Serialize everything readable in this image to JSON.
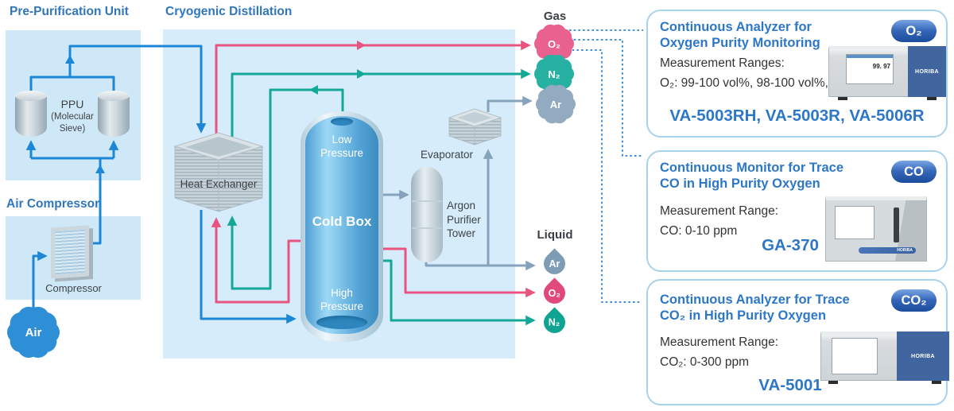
{
  "colors": {
    "blue_line": "#1b87d6",
    "pink_line": "#e8547f",
    "teal_line": "#14a897",
    "gray_line": "#86a3bb",
    "dotted_line": "#3e8ed8",
    "o2_gas": "#e8618f",
    "n2_gas": "#27b1a2",
    "ar_gas": "#92abc0",
    "ar_liquid": "#7d9cb5",
    "o2_liquid": "#e0497c",
    "n2_liquid": "#10a392",
    "air_cloud": "#2e8fd6",
    "section_title": "#3076be",
    "card_accent": "#2d77c9"
  },
  "sections": {
    "pre_purification": {
      "title": "Pre-Purification Unit",
      "ppu_label": "PPU",
      "ppu_sublabel": "(Molecular\nSieve)"
    },
    "air_compressor": {
      "title": "Air Compressor",
      "compressor_label": "Compressor",
      "air_label": "Air"
    },
    "cryogenic": {
      "title": "Cryogenic Distillation",
      "heat_exchanger_label": "Heat Exchanger",
      "cold_box_label": "Cold Box",
      "low_pressure_label": "Low\nPressure",
      "high_pressure_label": "High\nPressure",
      "evaporator_label": "Evaporator",
      "argon_tower_label": "Argon\nPurifier\nTower"
    }
  },
  "outputs": {
    "gas_label": "Gas",
    "liquid_label": "Liquid",
    "gas_o2": "O₂",
    "gas_n2": "N₂",
    "gas_ar": "Ar",
    "liquid_ar": "Ar",
    "liquid_o2": "O₂",
    "liquid_n2": "N₂"
  },
  "cards": {
    "card1": {
      "badge": "O₂",
      "title_line1": "Continuous Analyzer for",
      "title_line2": "Oxygen Purity Monitoring",
      "range_label": "Measurement Ranges:",
      "range_value": "O₂: 99-100 vol%, 98-100 vol%,",
      "models": "VA-5003RH, VA-5003R, VA-5006R",
      "display_value": "99. 97",
      "brand": "HORIBA"
    },
    "card2": {
      "badge": "CO",
      "title_line1": "Continuous Monitor for Trace",
      "title_line2": "CO in High Purity Oxygen",
      "range_label": "Measurement Range:",
      "range_value": "CO: 0-10 ppm",
      "models": "GA-370",
      "brand": "HORIBA"
    },
    "card3": {
      "badge": "CO₂",
      "title_line1": "Continuous Analyzer for Trace",
      "title_line2": "CO₂ in High Purity Oxygen",
      "range_label": "Measurement Range:",
      "range_value": "CO₂: 0-300 ppm",
      "models": "VA-5001",
      "brand": "HORIBA"
    }
  }
}
